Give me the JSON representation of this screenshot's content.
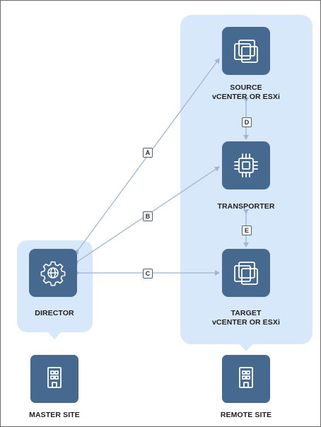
{
  "nodes": {
    "source": {
      "line1": "SOURCE",
      "line2": "vCENTER OR ESXi",
      "icon": "vcenter-stack-icon"
    },
    "transporter": {
      "label": "TRANSPORTER",
      "icon": "chip-icon"
    },
    "target": {
      "line1": "TARGET",
      "line2": "vCENTER OR ESXi",
      "icon": "vcenter-stack-icon"
    },
    "director": {
      "label": "DIRECTOR",
      "icon": "globe-gear-icon"
    }
  },
  "sites": {
    "master": {
      "label": "MASTER SITE",
      "icon": "building-icon"
    },
    "remote": {
      "label": "REMOTE SITE",
      "icon": "building-icon"
    }
  },
  "connections": {
    "a": "A",
    "b": "B",
    "c": "C",
    "d": "D",
    "e": "E"
  },
  "colors": {
    "panel": "#d8e8fb",
    "node": "#46698f",
    "connector": "#9fb6d1"
  }
}
